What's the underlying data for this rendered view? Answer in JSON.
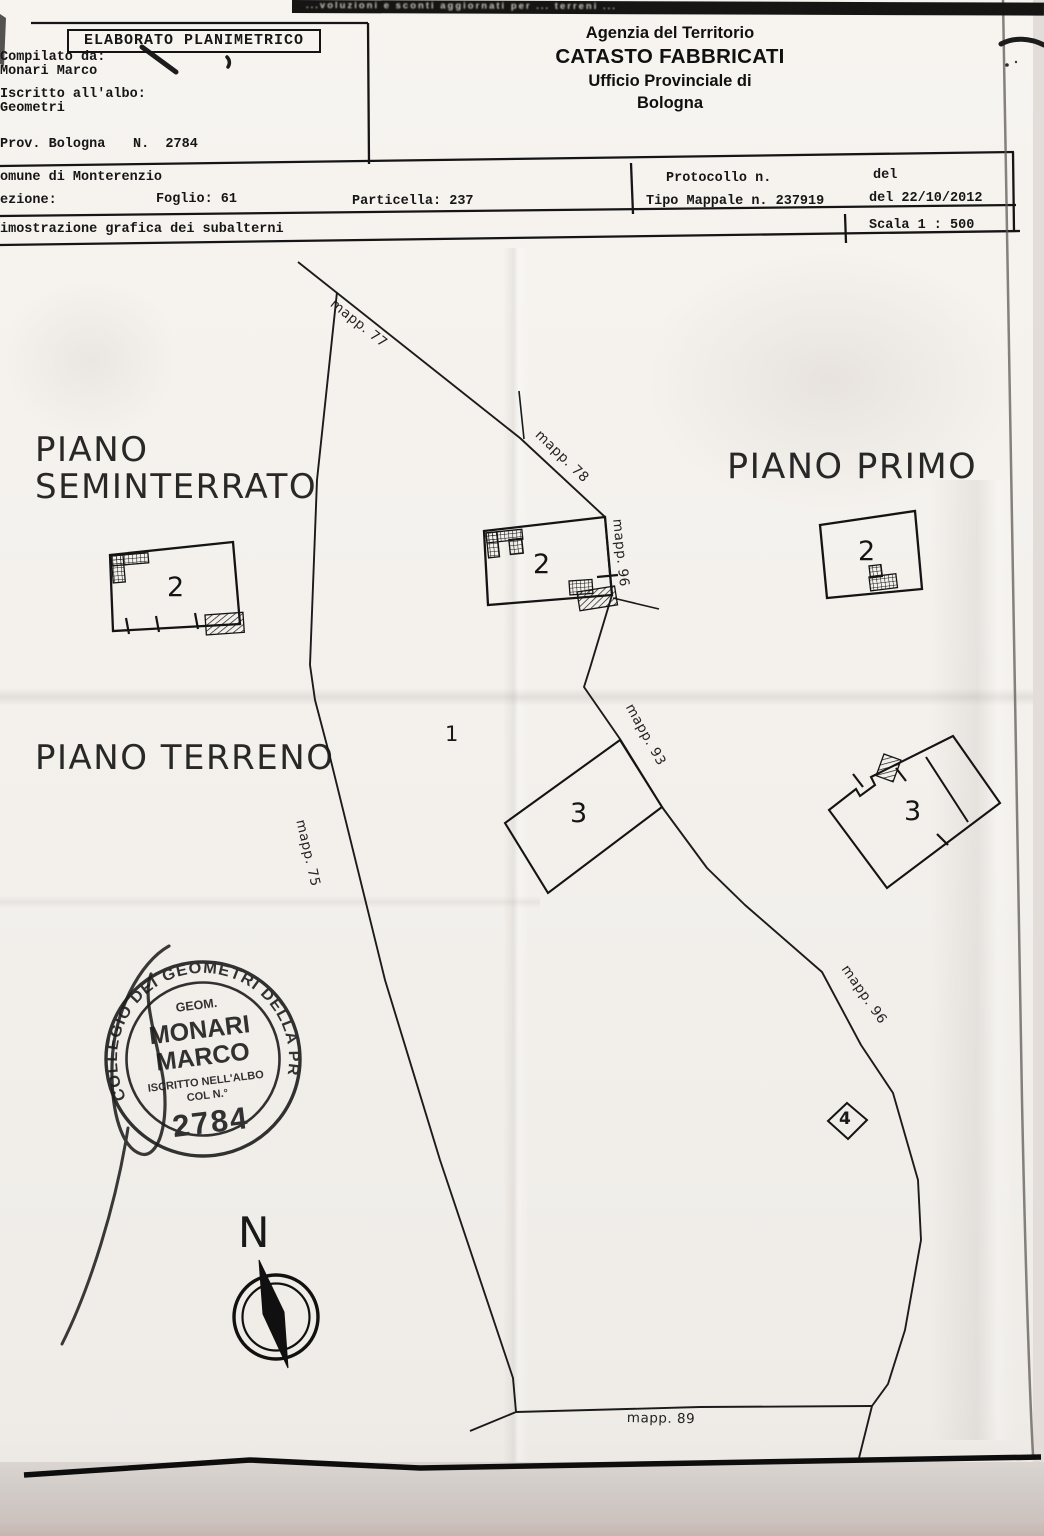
{
  "colors": {
    "ink": "#1a1a1a",
    "paper": "#f3f0ec"
  },
  "scan_artifacts": {
    "top_strip_text": "...voluzioni e sconti aggiornati per ... terreni ..."
  },
  "form": {
    "title": "ELABORATO PLANIMETRICO",
    "compiled_by_label": "Compilato da:",
    "compiled_by_name": "Monari Marco",
    "albo_label": "Iscritto all'albo:",
    "albo_value": "Geometri",
    "province": "Prov. Bologna",
    "register_number": "N.  2784",
    "agency_line1": "Agenzia del Territorio",
    "agency_line2": "CATASTO FABBRICATI",
    "agency_line3": "Ufficio Provinciale di",
    "agency_line4": "Bologna",
    "comune": "omune di Monterenzio",
    "sezione": "ezione:",
    "foglio": "Foglio: 61",
    "particella": "Particella: 237",
    "protocollo_label": "Protocollo n.",
    "protocollo_date_label": "del",
    "tipo_mappale": "Tipo Mappale n. 237919",
    "tipo_mappale_date": "del 22/10/2012",
    "caption": "imostrazione grafica dei subalterni",
    "scale": "Scala 1 : 500"
  },
  "plan": {
    "floors": {
      "seminterrato_line1": "PIANO",
      "seminterrato_line2": "SEMINTERRATO",
      "terreno": "PIANO TERRENO",
      "primo": "PIANO PRIMO"
    },
    "parcels": {
      "mapp77": "mapp. 77",
      "mapp78": "mapp. 78",
      "mapp96_upper": "mapp. 96",
      "mapp93": "mapp. 93",
      "mapp75": "mapp. 75",
      "mapp96_lower": "mapp. 96",
      "mapp89": "mapp. 89",
      "parcel1": "1"
    },
    "units": {
      "seminterrato": "2",
      "central": "2",
      "primo": "2",
      "terreno_center": "3",
      "terreno_right": "3",
      "annex": "4"
    },
    "compass_north": "N"
  },
  "stamp": {
    "ring_text": "COLLEGIO DEI GEOMETRI DELLA PROV. DI BOLOGNA",
    "title": "GEOM.",
    "name_line1": "MONARI",
    "name_line2": "MARCO",
    "albo_line1": "ISCRITTO NELL'ALBO",
    "albo_line2": "COL N.°",
    "number": "2784"
  }
}
